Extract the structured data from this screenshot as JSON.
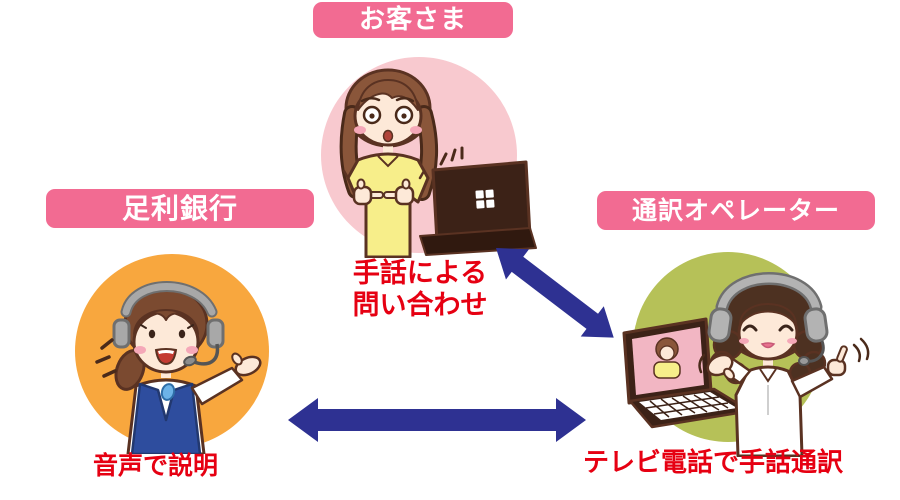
{
  "nodes": {
    "customer": {
      "label": "お客さま"
    },
    "bank": {
      "label": "足利銀行"
    },
    "interpreter": {
      "label": "通訳オペレーター"
    }
  },
  "annotations": {
    "inquiry_line1": "手話による",
    "inquiry_line2": "問い合わせ",
    "voice": "音声で説明",
    "video": "テレビ電話で手話通訳"
  },
  "icons": {
    "customer_illustration": "woman-signing-at-laptop",
    "bank_illustration": "bank-operator-with-headset-speaking",
    "interpreter_illustration": "interpreter-with-headset-signing-on-video-call",
    "connector": "double-headed-arrow"
  },
  "colors": {
    "tag_bg": "#f26b92",
    "tag_text": "#ffffff",
    "note_red": "#e60012",
    "arrow_blue": "#2e3192",
    "customer_circle": "#f8c9cf",
    "bank_circle": "#f8a73e",
    "interpreter_circle": "#b6c158"
  }
}
